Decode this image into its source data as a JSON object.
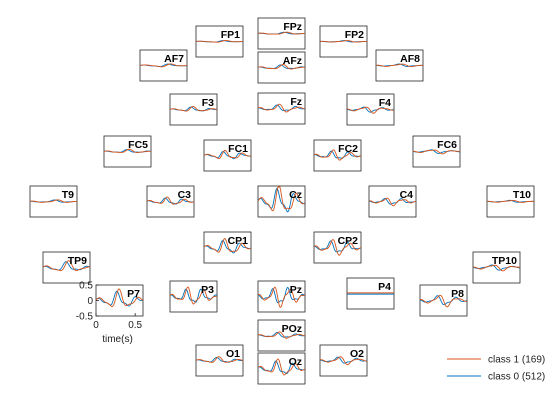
{
  "chart_data": {
    "type": "line",
    "legend": {
      "placement": "bottom-right",
      "entries": [
        {
          "label": "class 1 (169)",
          "color": "#D95319"
        },
        {
          "label": "class 0 (512)",
          "color": "#0072BD"
        }
      ]
    },
    "axes_sample": {
      "channel": "P7",
      "xlabel": "time(s)",
      "xlim": [
        0,
        0.6
      ],
      "ylim": [
        -0.5,
        0.5
      ],
      "xticks": [
        0,
        0.5
      ],
      "xtick_labels": [
        "0",
        "0.5"
      ],
      "yticks": [
        0.5,
        0,
        -0.5
      ],
      "ytick_labels": [
        "0.5",
        "0",
        "-0.5"
      ]
    },
    "series_colors": {
      "class1": "#D95319",
      "class0": "#0072BD"
    },
    "channels": [
      {
        "name": "FP1",
        "amp": 0.03,
        "freq": 3,
        "phase": 0.5,
        "kind": "normal"
      },
      {
        "name": "FPz",
        "amp": 0.04,
        "freq": 3,
        "phase": 1.0,
        "kind": "normal"
      },
      {
        "name": "FP2",
        "amp": 0.03,
        "freq": 3,
        "phase": 1.7,
        "kind": "normal"
      },
      {
        "name": "AF7",
        "amp": 0.05,
        "freq": 3,
        "phase": 0.2,
        "kind": "normal"
      },
      {
        "name": "AFz",
        "amp": 0.08,
        "freq": 3.5,
        "phase": 0.9,
        "kind": "normal"
      },
      {
        "name": "AF8",
        "amp": 0.05,
        "freq": 3,
        "phase": 2.1,
        "kind": "normal"
      },
      {
        "name": "F3",
        "amp": 0.08,
        "freq": 4,
        "phase": 0.4,
        "kind": "normal"
      },
      {
        "name": "Fz",
        "amp": 0.12,
        "freq": 4,
        "phase": 1.3,
        "kind": "normal"
      },
      {
        "name": "F4",
        "amp": 0.1,
        "freq": 4,
        "phase": 2.4,
        "kind": "normal"
      },
      {
        "name": "FC5",
        "amp": 0.06,
        "freq": 3.5,
        "phase": 0.8,
        "kind": "normal"
      },
      {
        "name": "FC1",
        "amp": 0.14,
        "freq": 4.5,
        "phase": 0.1,
        "kind": "normal"
      },
      {
        "name": "FC2",
        "amp": 0.16,
        "freq": 4.5,
        "phase": 1.1,
        "kind": "normal"
      },
      {
        "name": "FC6",
        "amp": 0.07,
        "freq": 3.5,
        "phase": 2.7,
        "kind": "normal"
      },
      {
        "name": "T9",
        "amp": 0.05,
        "freq": 3,
        "phase": 1.5,
        "kind": "normal"
      },
      {
        "name": "C3",
        "amp": 0.12,
        "freq": 4.5,
        "phase": 0.6,
        "kind": "normal"
      },
      {
        "name": "Cz",
        "amp": 0.45,
        "freq": 4.5,
        "phase": 0.2,
        "kind": "large"
      },
      {
        "name": "C4",
        "amp": 0.12,
        "freq": 4.5,
        "phase": 1.9,
        "kind": "normal"
      },
      {
        "name": "T10",
        "amp": 0.04,
        "freq": 3,
        "phase": 2.2,
        "kind": "normal"
      },
      {
        "name": "CP1",
        "amp": 0.24,
        "freq": 4.5,
        "phase": 0.3,
        "kind": "normal"
      },
      {
        "name": "CP2",
        "amp": 0.24,
        "freq": 4.5,
        "phase": 1.4,
        "kind": "normal"
      },
      {
        "name": "TP9",
        "amp": 0.18,
        "freq": 3.5,
        "phase": 0.7,
        "kind": "normal"
      },
      {
        "name": "P7",
        "amp": 0.3,
        "freq": 4,
        "phase": 0.4,
        "kind": "normal"
      },
      {
        "name": "P3",
        "amp": 0.28,
        "freq": 5,
        "phase": 0.9,
        "kind": "normal"
      },
      {
        "name": "Pz",
        "amp": 0.32,
        "freq": 5,
        "phase": 1.6,
        "kind": "normal"
      },
      {
        "name": "P4",
        "amp": 0.0,
        "freq": 1,
        "phase": 0,
        "kind": "flat"
      },
      {
        "name": "P8",
        "amp": 0.18,
        "freq": 4,
        "phase": 2.0,
        "kind": "normal"
      },
      {
        "name": "TP10",
        "amp": 0.1,
        "freq": 3.5,
        "phase": 2.5,
        "kind": "normal"
      },
      {
        "name": "POz",
        "amp": 0.1,
        "freq": 4,
        "phase": 1.2,
        "kind": "normal"
      },
      {
        "name": "O1",
        "amp": 0.1,
        "freq": 4,
        "phase": 0.5,
        "kind": "normal"
      },
      {
        "name": "Oz",
        "amp": 0.26,
        "freq": 4.5,
        "phase": 0.8,
        "kind": "normal"
      },
      {
        "name": "O2",
        "amp": 0.12,
        "freq": 4,
        "phase": 1.8,
        "kind": "normal"
      }
    ]
  }
}
